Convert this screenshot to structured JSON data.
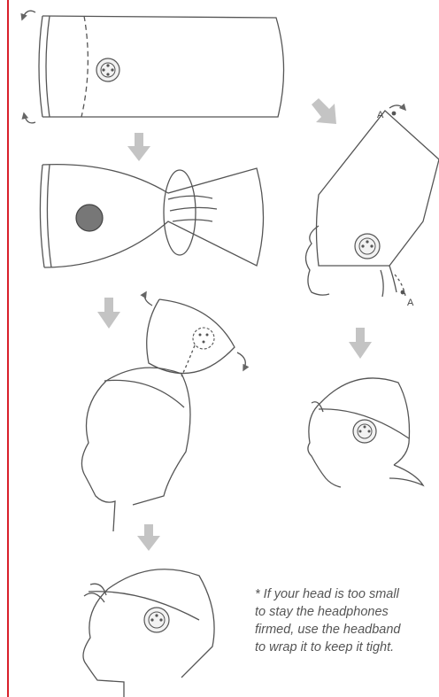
{
  "colors": {
    "accent_line": "#d9202a",
    "line": "#555555",
    "arrow": "#bbbbbb",
    "note_text": "#555555"
  },
  "labels": {
    "point_top": "A",
    "point_bottom": "A"
  },
  "note": {
    "lines": [
      "* If your head is too small",
      "to stay the headphones",
      "firmed, use the headband",
      "to wrap it to keep it tight."
    ]
  },
  "icons": [
    "speaker-button-icon",
    "step-arrow-icon",
    "rotate-arrow-icon"
  ]
}
